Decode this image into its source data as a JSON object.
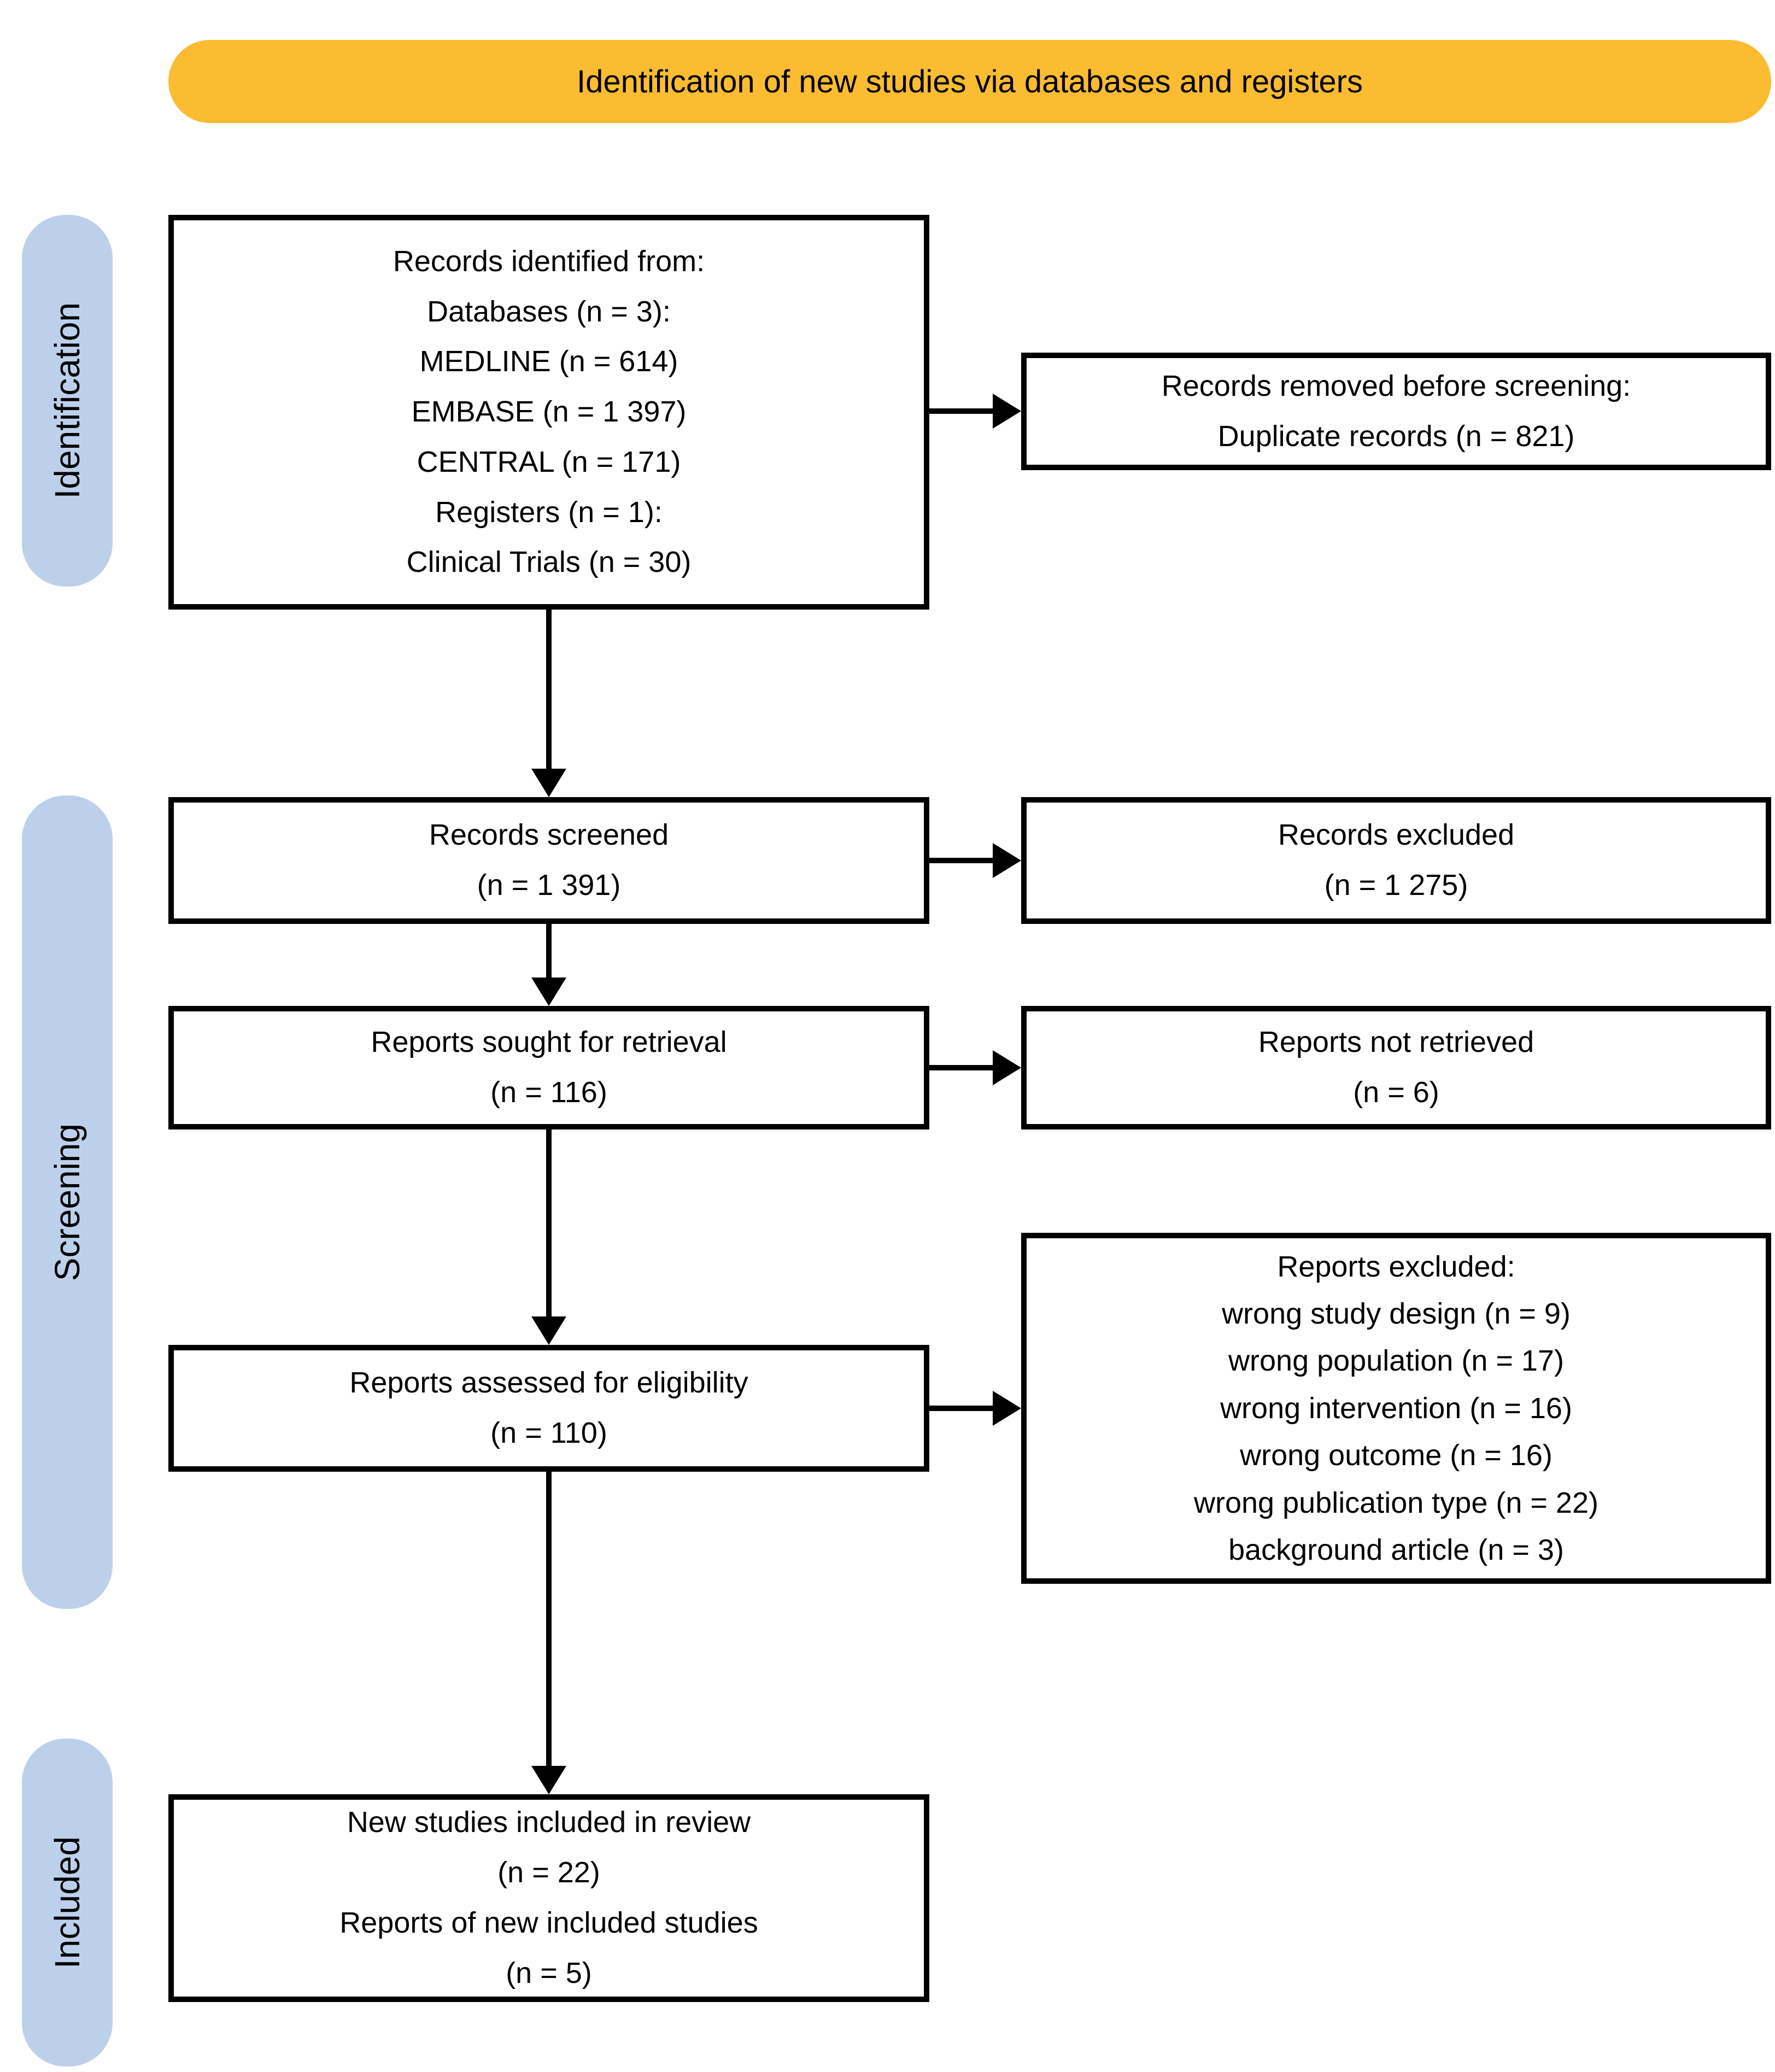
{
  "banner": {
    "label": "Identification of new studies via databases and registers"
  },
  "side_tabs": [
    {
      "label": "Identification"
    },
    {
      "label": "Screening"
    },
    {
      "label": "Included"
    }
  ],
  "colors": {
    "banner-bg": "#FBBC31",
    "tab-bg": "#BDD0EB",
    "line-color": "#000000"
  },
  "boxes": {
    "records_identified": {
      "lines": [
        "Records identified from:",
        "Databases (n = 3):",
        "MEDLINE (n = 614)",
        "EMBASE (n = 1 397)",
        "CENTRAL (n = 171)",
        "Registers (n = 1):",
        "Clinical Trials (n = 30)"
      ]
    },
    "records_removed": {
      "lines": [
        "Records removed before screening:",
        "Duplicate records (n = 821)"
      ]
    },
    "records_screened": {
      "lines": [
        "Records screened",
        "(n = 1 391)"
      ]
    },
    "records_excluded": {
      "lines": [
        "Records excluded",
        "(n = 1 275)"
      ]
    },
    "reports_sought": {
      "lines": [
        "Reports sought for retrieval",
        "(n = 116)"
      ]
    },
    "reports_not_retrieved": {
      "lines": [
        "Reports not retrieved",
        "(n = 6)"
      ]
    },
    "reports_assessed": {
      "lines": [
        "Reports assessed for eligibility",
        "(n = 110)"
      ]
    },
    "reports_excluded": {
      "lines": [
        "Reports excluded:",
        "wrong study design (n = 9)",
        "wrong population (n = 17)",
        "wrong intervention (n = 16)",
        "wrong outcome (n = 16)",
        "wrong publication type (n = 22)",
        "background article (n = 3)"
      ]
    },
    "new_studies": {
      "lines": [
        "New studies included in review",
        "(n = 22)",
        "Reports of new included studies",
        "(n = 5)"
      ]
    }
  }
}
